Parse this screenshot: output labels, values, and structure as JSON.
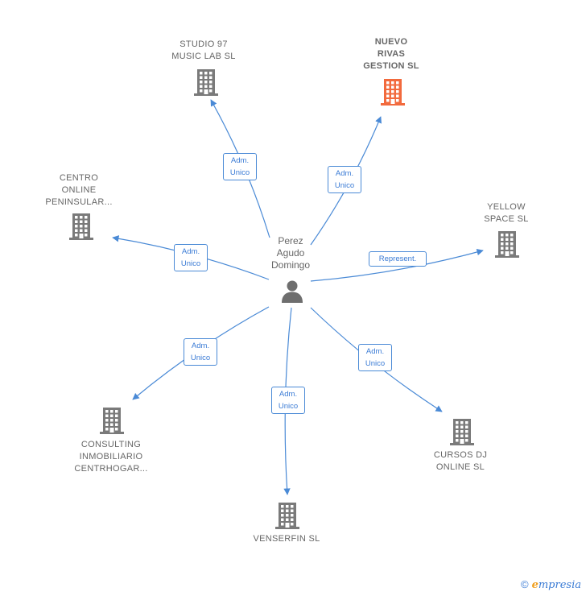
{
  "center": {
    "name": "Perez\nAgudo\nDomingo",
    "icon": "person-icon"
  },
  "companies": [
    {
      "id": "studio97",
      "name": "STUDIO 97\nMUSIC LAB  SL",
      "highlight": false
    },
    {
      "id": "nuevo",
      "name": "NUEVO\nRIVAS\nGESTION  SL",
      "highlight": true
    },
    {
      "id": "centro",
      "name": "CENTRO\nONLINE\nPENINSULAR...",
      "highlight": false
    },
    {
      "id": "yellow",
      "name": "YELLOW\nSPACE  SL",
      "highlight": false
    },
    {
      "id": "consulting",
      "name": "CONSULTING\nINMOBILIARIO\nCENTRHOGAR...",
      "highlight": false
    },
    {
      "id": "venserfin",
      "name": "VENSERFIN  SL",
      "highlight": false
    },
    {
      "id": "cursos",
      "name": "CURSOS DJ\nONLINE  SL",
      "highlight": false
    }
  ],
  "relations": [
    {
      "to": "studio97",
      "label": "Adm.\nUnico"
    },
    {
      "to": "nuevo",
      "label": "Adm.\nUnico"
    },
    {
      "to": "centro",
      "label": "Adm.\nUnico"
    },
    {
      "to": "yellow",
      "label": "Represent."
    },
    {
      "to": "consulting",
      "label": "Adm.\nUnico"
    },
    {
      "to": "venserfin",
      "label": "Adm.\nUnico"
    },
    {
      "to": "cursos",
      "label": "Adm.\nUnico"
    }
  ],
  "colors": {
    "edge": "#4a8ad6",
    "building": "#7a7a7a",
    "building_highlight": "#f26a3d",
    "person": "#6e6e6e"
  },
  "footer": {
    "copyright": "©",
    "brand_initial": "e",
    "brand_rest": "mpresia"
  }
}
